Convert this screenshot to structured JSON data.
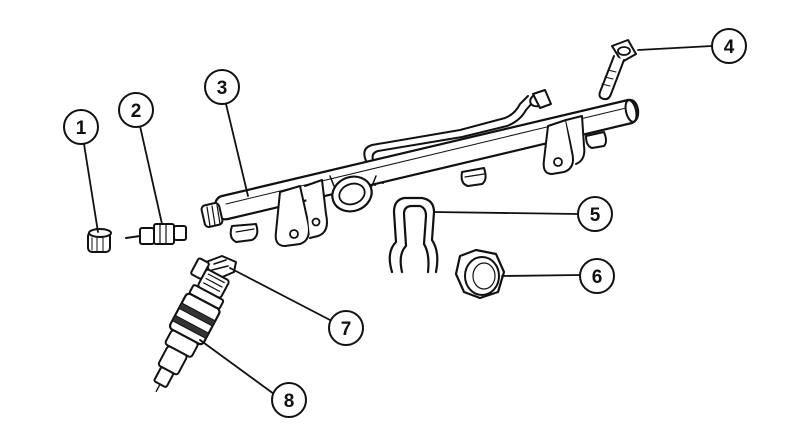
{
  "figure": {
    "callouts": [
      {
        "number": "1",
        "part": "fuel-rail-cap"
      },
      {
        "number": "2",
        "part": "schrader-valve"
      },
      {
        "number": "3",
        "part": "fuel-rail"
      },
      {
        "number": "4",
        "part": "bolt"
      },
      {
        "number": "5",
        "part": "retaining-clip"
      },
      {
        "number": "6",
        "part": "o-ring-seal"
      },
      {
        "number": "7",
        "part": "injector-clip"
      },
      {
        "number": "8",
        "part": "fuel-injector"
      }
    ]
  },
  "style": {
    "line_color": "#111111",
    "background": "#ffffff"
  }
}
